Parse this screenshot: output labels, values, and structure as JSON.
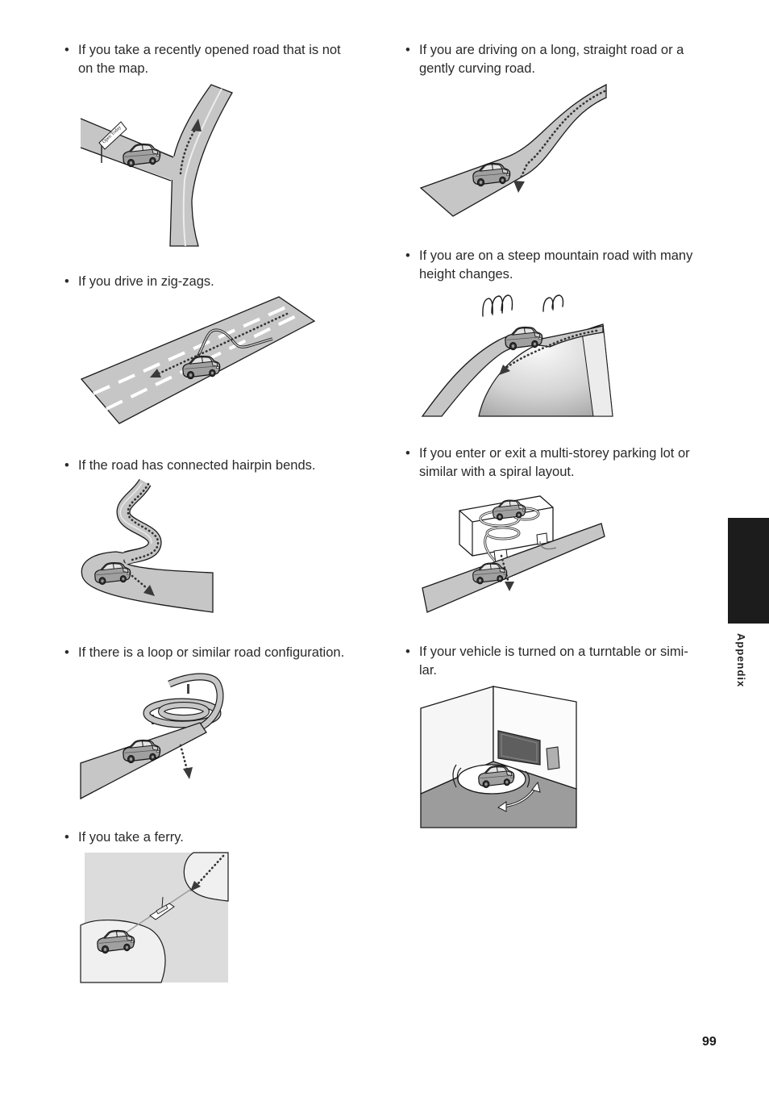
{
  "bullet_glyph": "•",
  "left_column": [
    {
      "lines": [
        "If you take a recently opened road that is not",
        "on the map."
      ],
      "illustration": "new-road-illustration"
    },
    {
      "lines": [
        "If you drive in zig-zags."
      ],
      "illustration": "zigzag-highway-illustration"
    },
    {
      "lines": [
        "If the road has connected hairpin bends."
      ],
      "illustration": "hairpin-road-illustration"
    },
    {
      "lines": [
        "If there is a loop or similar road configuration."
      ],
      "illustration": "loop-road-illustration"
    },
    {
      "lines": [
        "If you take a ferry."
      ],
      "illustration": "ferry-illustration"
    }
  ],
  "right_column": [
    {
      "lines": [
        "If you are driving on a long, straight road or a",
        "gently curving road."
      ],
      "illustration": "long-road-illustration"
    },
    {
      "lines": [
        "If you are on a steep mountain road with many",
        "height changes."
      ],
      "illustration": "mountain-road-illustration"
    },
    {
      "lines": [
        "If you enter or exit a multi-storey parking lot or",
        "similar with a spiral layout."
      ],
      "illustration": "parking-lot-illustration"
    },
    {
      "lines": [
        "If your vehicle is turned on a turntable or simi-",
        "lar."
      ],
      "illustration": "turntable-illustration"
    }
  ],
  "illustrations": {
    "new_road": {
      "sign_text": "Open Today"
    }
  },
  "page": {
    "section_tab_label": "Appendix",
    "number": "99"
  },
  "colors": {
    "text": "#2a2a2a",
    "section_tab": "#1c1c1c",
    "road": "#c6c6c6",
    "car": "#a0a0a0"
  }
}
